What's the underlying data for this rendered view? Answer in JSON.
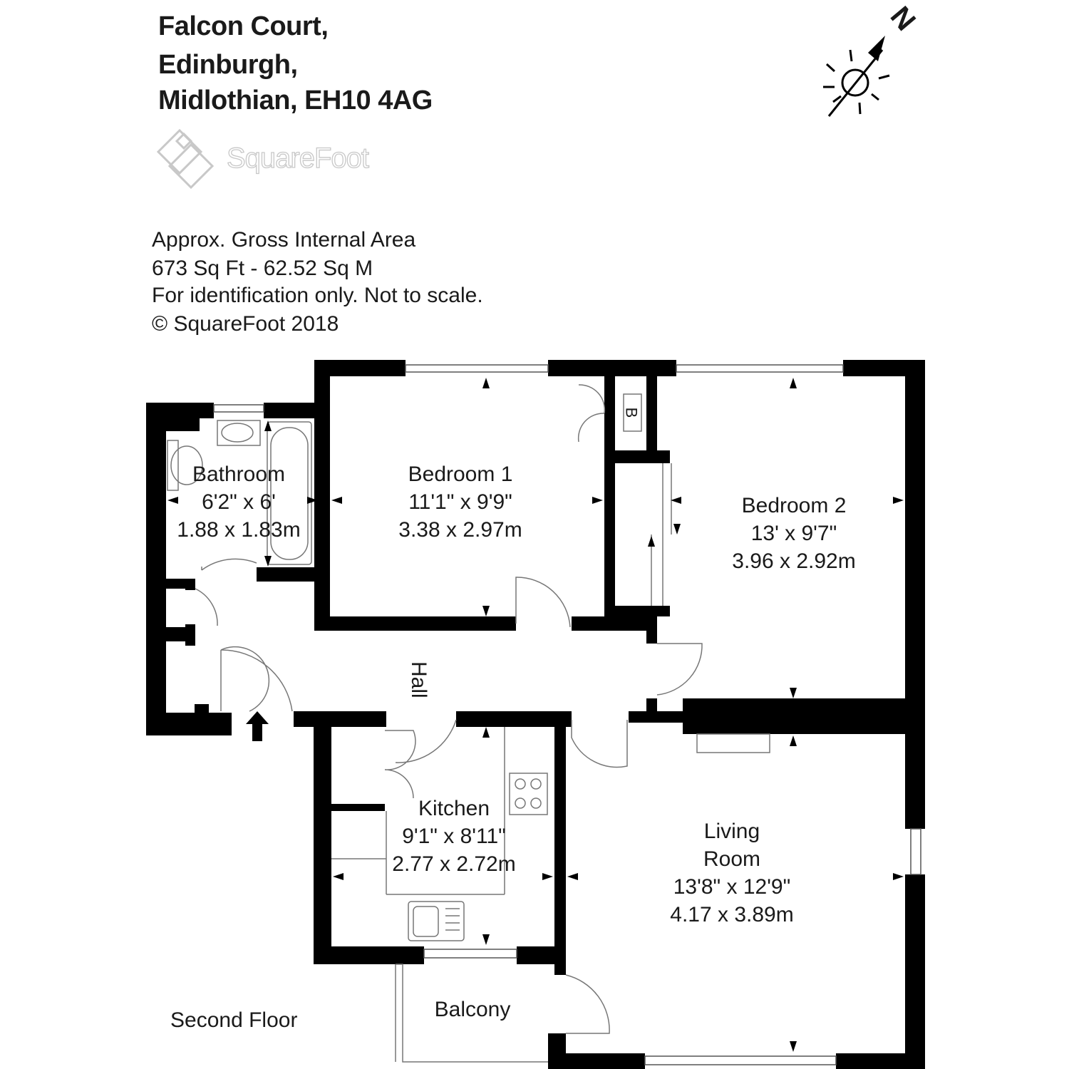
{
  "address": {
    "line1": "Falcon Court,",
    "line2": "Edinburgh,",
    "line3": "Midlothian, EH10 4AG"
  },
  "logo": {
    "name": "SquareFoot",
    "icon": "squarefoot-logo-icon"
  },
  "area_info": {
    "line1": "Approx. Gross Internal Area",
    "line2": "673 Sq Ft  -  62.52 Sq M",
    "line3": "For identification only. Not to scale.",
    "line4": "© SquareFoot 2018"
  },
  "compass": {
    "north_label": "N",
    "icon": "north-arrow-icon",
    "sun_icon": "sun-icon"
  },
  "floor_label": "Second Floor",
  "rooms": {
    "bathroom": {
      "name": "Bathroom",
      "imperial": "6'2\" x 6'",
      "metric": "1.88 x 1.83m"
    },
    "bedroom1": {
      "name": "Bedroom 1",
      "imperial": "11'1\" x 9'9\"",
      "metric": "3.38 x 2.97m"
    },
    "bedroom2": {
      "name": "Bedroom 2",
      "imperial": "13' x 9'7\"",
      "metric": "3.96 x 2.92m"
    },
    "hall": {
      "name": "Hall"
    },
    "kitchen": {
      "name": "Kitchen",
      "imperial": "9'1\" x 8'11\"",
      "metric": "2.77 x 2.72m"
    },
    "living": {
      "name": "Living",
      "name2": "Room",
      "imperial": "13'8\" x 12'9\"",
      "metric": "4.17 x 3.89m"
    },
    "balcony": {
      "name": "Balcony"
    }
  },
  "boiler_label": "B",
  "colors": {
    "wall": "#000000",
    "fixture": "#777777",
    "logo": "#c8c8c8"
  }
}
